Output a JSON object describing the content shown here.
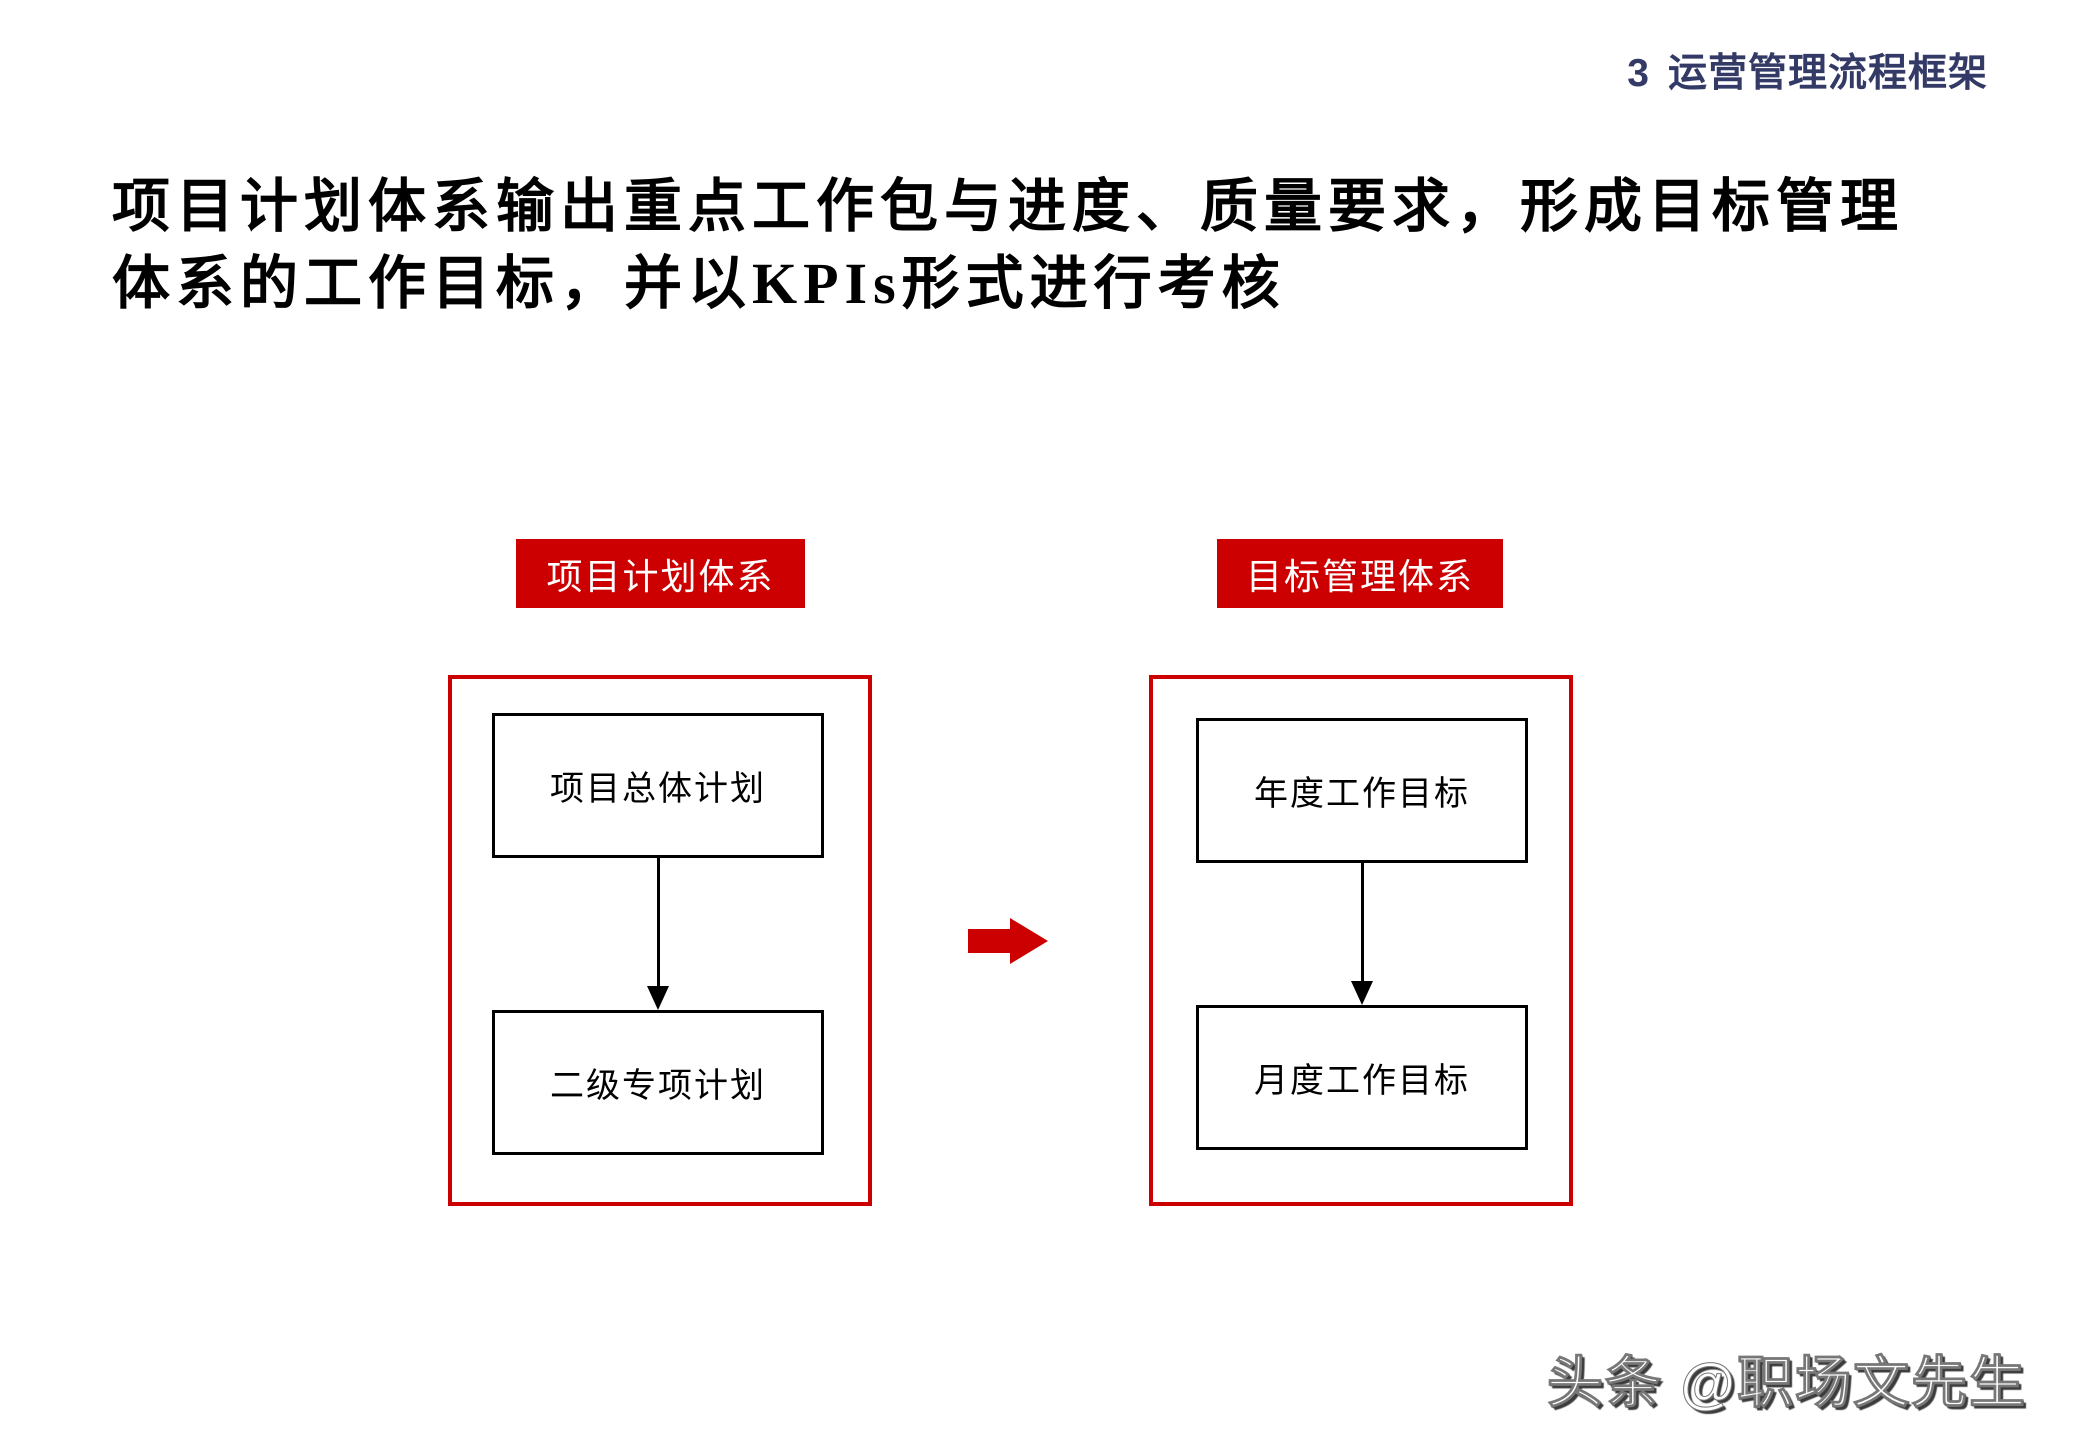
{
  "page": {
    "section_number": "3",
    "section_title": "运营管理流程框架",
    "title_line1": "项目计划体系输出重点工作包与进度、质量要求，形成目标管理",
    "title_line2": "体系的工作目标，并以KPIs形式进行考核",
    "watermark": "头条 @职场文先生"
  },
  "diagram": {
    "left_system": {
      "header": "项目计划体系",
      "nodes": [
        "项目总体计划",
        "二级专项计划"
      ]
    },
    "right_system": {
      "header": "目标管理体系",
      "nodes": [
        "年度工作目标",
        "月度工作目标"
      ]
    },
    "icons": {
      "between_systems": "right-block-arrow-icon",
      "flow_connector": "down-arrow-icon"
    }
  },
  "colors": {
    "accent_red": "#CC0000",
    "header_navy": "#333A66",
    "text_black": "#000000"
  }
}
